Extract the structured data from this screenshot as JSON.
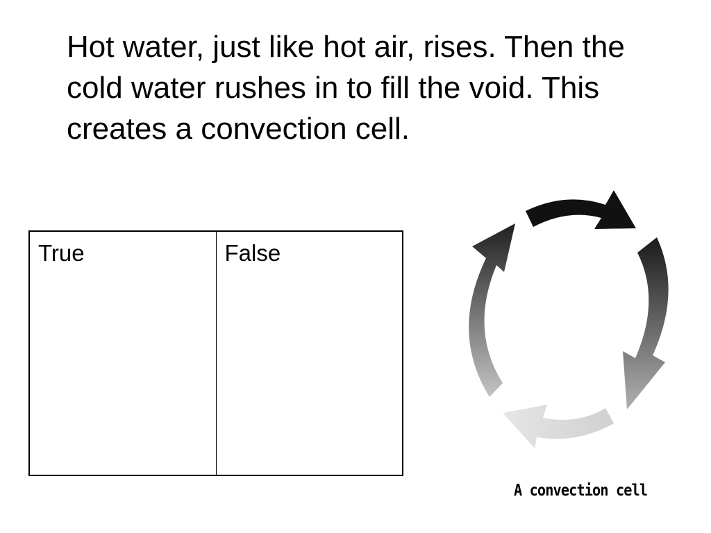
{
  "slide": {
    "statement": "Hot water, just like hot air, rises. Then the cold water rushes in to fill the void. This creates a convection cell."
  },
  "table": {
    "columns": [
      {
        "header": "True"
      },
      {
        "header": "False"
      }
    ]
  },
  "diagram": {
    "caption": "A convection cell",
    "arrow_colors": [
      "#111111",
      "#6e6e6e",
      "#b9b9b9",
      "#dadada"
    ]
  }
}
